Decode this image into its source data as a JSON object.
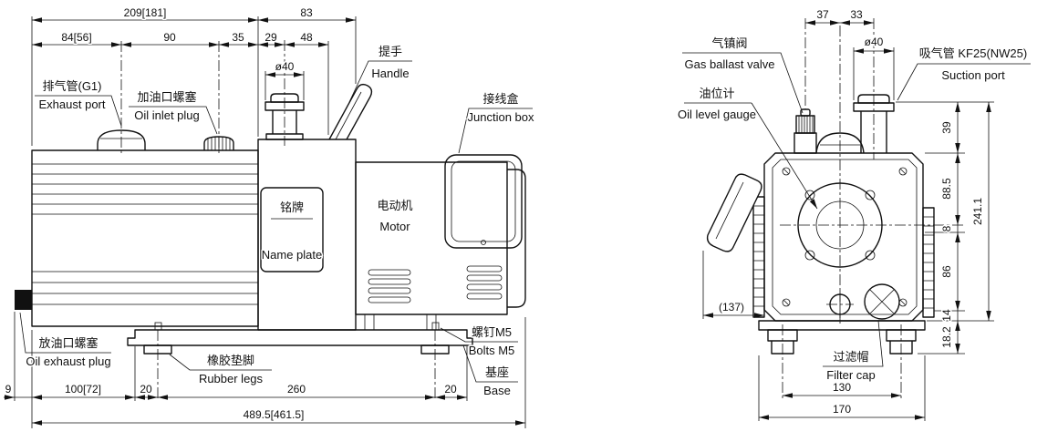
{
  "side": {
    "labels": {
      "exhaust_cn": "排气管(G1)",
      "exhaust_en": "Exhaust port",
      "oil_inlet_cn": "加油口螺塞",
      "oil_inlet_en": "Oil inlet plug",
      "handle_cn": "提手",
      "handle_en": "Handle",
      "junction_cn": "接线盒",
      "junction_en": "Junction box",
      "nameplate_cn": "铭牌",
      "nameplate_en": "Name plate",
      "motor_cn": "电动机",
      "motor_en": "Motor",
      "oil_exhaust_cn": "放油口螺塞",
      "oil_exhaust_en": "Oil exhaust plug",
      "rubber_cn": "橡胶垫脚",
      "rubber_en": "Rubber legs",
      "bolts_cn": "螺钉M5",
      "bolts_en": "Bolts M5",
      "base_cn": "基座",
      "base_en": "Base"
    },
    "dims": {
      "top_total": "209[181]",
      "top_right": "83",
      "s1": "84[56]",
      "s2": "90",
      "s3": "35",
      "s4": "29",
      "s5": "48",
      "port_dia": "ø40",
      "b0": "9",
      "b1": "100[72]",
      "b2": "20",
      "b3": "260",
      "b4": "20",
      "overall": "489.5[461.5]"
    }
  },
  "front": {
    "labels": {
      "gas_cn": "气镇阀",
      "gas_en": "Gas ballast valve",
      "suction_cn": "吸气管 KF25(NW25)",
      "suction_en": "Suction port",
      "gauge_cn": "油位计",
      "gauge_en": "Oil level gauge",
      "filter_cn": "过滤帽",
      "filter_en": "Filter cap"
    },
    "dims": {
      "t1": "37",
      "t2": "33",
      "port_dia": "ø40",
      "r1": "39",
      "r2": "88.5",
      "r3": "8",
      "r4": "86",
      "r5": "14",
      "r6": "18.2",
      "r_total": "241.1",
      "handle": "(137)",
      "b1": "130",
      "b2": "170"
    }
  }
}
